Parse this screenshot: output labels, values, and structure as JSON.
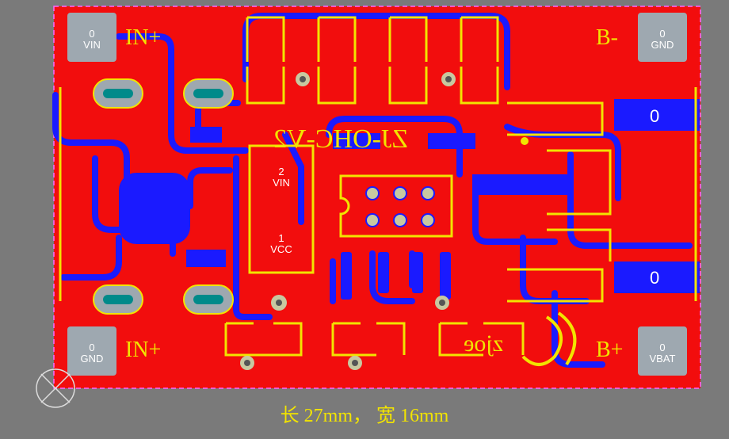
{
  "board": {
    "pads": {
      "vin": {
        "num": "0",
        "name": "VIN"
      },
      "gnd_top": {
        "num": "0",
        "name": "GND"
      },
      "gnd_bottom": {
        "num": "0",
        "name": "GND"
      },
      "vbat": {
        "num": "0",
        "name": "VBAT"
      },
      "chip_vin": {
        "num": "2",
        "name": "VIN"
      },
      "chip_vcc": {
        "num": "1",
        "name": "VCC"
      },
      "right_top": {
        "num": "0"
      },
      "right_bottom": {
        "num": "0"
      }
    },
    "silkscreen": {
      "in_plus_top": "IN+",
      "in_plus_bottom": "IN+",
      "b_minus": "B-",
      "b_plus": "B+",
      "part_id": "ZJ-OHC-V2",
      "logo_text": "zjoe"
    },
    "dimension_caption": "长 27mm， 宽 16mm"
  },
  "colors": {
    "background": "#7a7a7a",
    "copper_top": "#f20d0d",
    "copper_bottom": "#1a1aff",
    "silkscreen": "#f2e400",
    "pad": "#9ea8b0"
  }
}
